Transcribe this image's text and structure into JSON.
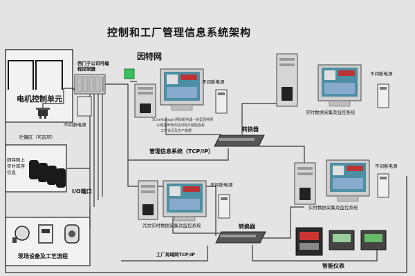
{
  "title": "控制和工厂管理信息系统架构",
  "labels": {
    "internet": "因特网",
    "motor_unit": "电机控制单元",
    "siemens_controller": "西门子公司可编程控制器",
    "storage_area": "贮罐区（可选项）",
    "storage_info": "因特网上实时库存信息",
    "io_port": "I/O端口",
    "field_devices": "现场设备及工艺流程",
    "ups1": "不间断电源",
    "ups2": "不间断电源",
    "ups3": "不间断电源",
    "ups4": "不间断电源",
    "ups5": "不间断电源",
    "suite_note_1": "SuiteVoyager网际服务器－新型因特网",
    "suite_note_2": "以便在世界的任何地方都能查看",
    "suite_note_3": "工厂状况及生产数据",
    "switch1": "转换器",
    "switch2": "转换器",
    "mis": "管理信息系统（TCP/IP）",
    "scada_top": "实时数据采集及监控系统",
    "scada_mid": "实时数据采集及监控系统",
    "scada_redundant": "冗余实时数据采集及监控系统",
    "plant_lan": "工厂局域网TCP/IP",
    "smart_meter": "智能仪表"
  },
  "colors": {
    "background": "#e4e4e4",
    "line": "#333333",
    "cabinet": "#d6d6d6",
    "monitor": "#cfcfcf",
    "screen": "#4d8fa3",
    "internet_badge": "#38c060",
    "tank": "#1a1a1a"
  },
  "icons": {
    "tower_pc": "tower-computer-icon",
    "monitor": "crt-monitor-icon",
    "ups": "ups-icon",
    "switch": "network-switch-icon",
    "plc": "plc-rack-icon",
    "tank": "storage-tank-icon",
    "meter": "smart-meter-icon",
    "field": "field-device-icon"
  }
}
